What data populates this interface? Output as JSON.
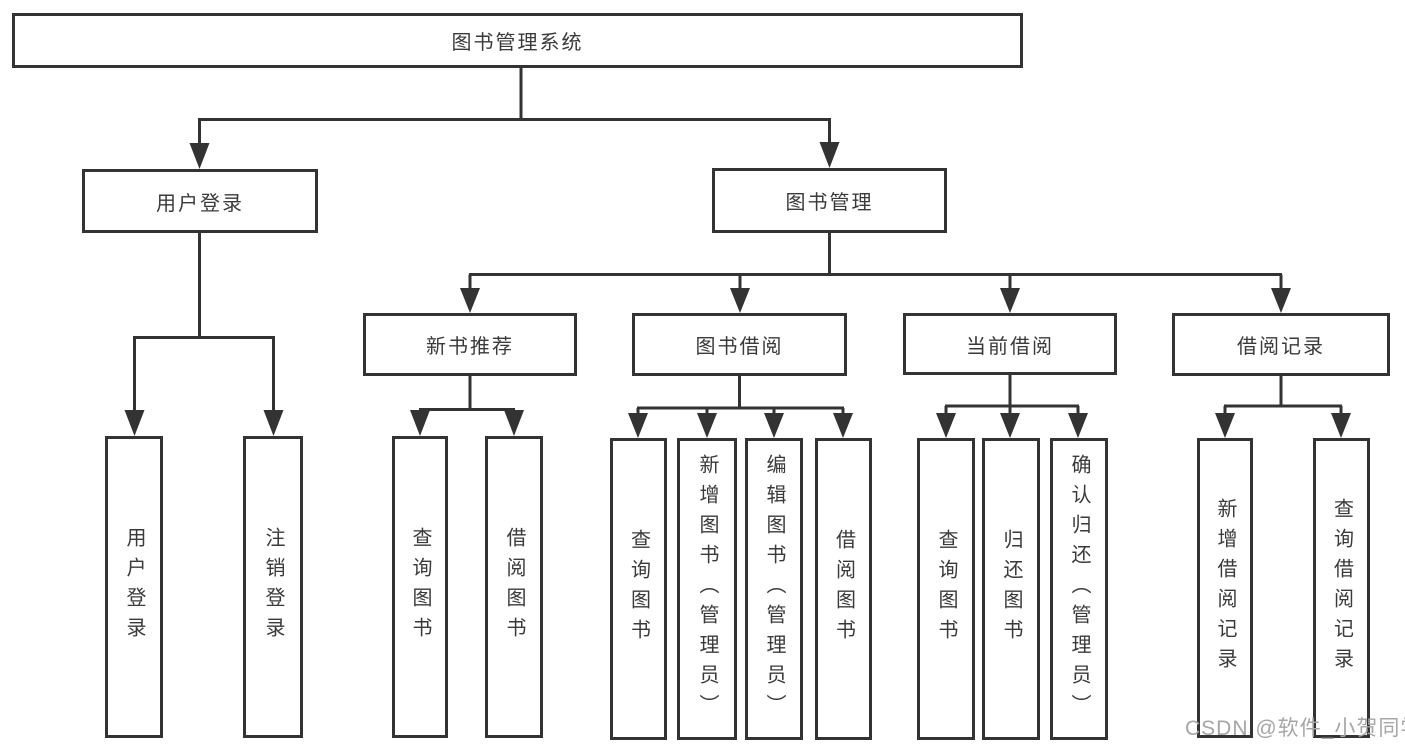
{
  "colors": {
    "line": "#333333",
    "box_border": "#333333",
    "box_fill": "#ffffff",
    "text": "#3a3a3a",
    "watermark": "#a6a6a6",
    "background": "#ffffff"
  },
  "watermark": {
    "text": "CSDN @软件_小贺同学"
  },
  "tree": {
    "root": "图书管理系统",
    "branches": [
      {
        "label": "用户登录",
        "children": [
          "用户登录",
          "注销登录"
        ]
      },
      {
        "label": "图书管理",
        "children": [
          {
            "label": "新书推荐",
            "children": [
              "查询图书",
              "借阅图书"
            ]
          },
          {
            "label": "图书借阅",
            "children": [
              "查询图书",
              "新增图书（管理员）",
              "编辑图书（管理员）",
              "借阅图书"
            ]
          },
          {
            "label": "当前借阅",
            "children": [
              "查询图书",
              "归还图书",
              "确认归还（管理员）"
            ]
          },
          {
            "label": "借阅记录",
            "children": [
              "新增借阅记录",
              "查询借阅记录"
            ]
          }
        ]
      }
    ]
  }
}
